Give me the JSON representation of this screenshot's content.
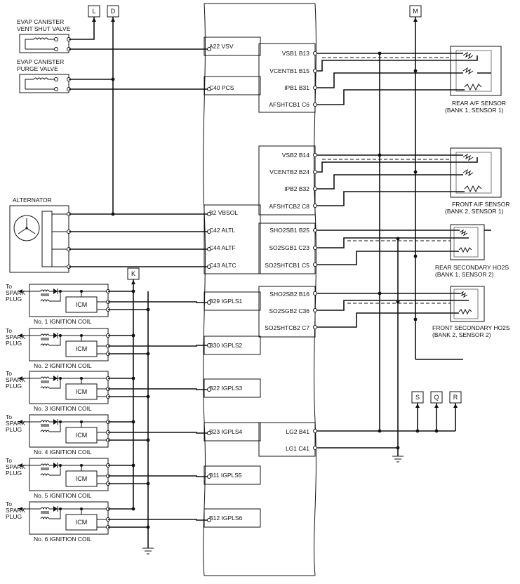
{
  "connectors_top": [
    "L",
    "D",
    "M"
  ],
  "connectors_k": "K",
  "connectors_bottom": [
    "S",
    "Q",
    "R"
  ],
  "components": {
    "evap_vent": [
      "EVAP CANISTER",
      "VENT SHUT VALVE"
    ],
    "evap_purge": [
      "EVAP CANISTER",
      "PURGE VALVE"
    ],
    "alternator": "ALTERNATOR",
    "icm": "ICM",
    "spark_plug": [
      "To",
      "SPARK",
      "PLUG"
    ],
    "coils": [
      "No. 1 IGNITION COIL",
      "No. 2 IGNITION COIL",
      "No. 3 IGNITION COIL",
      "No. 4 IGNITION COIL",
      "No. 5 IGNITION COIL",
      "No. 6 IGNITION COIL"
    ],
    "rear_af": [
      "REAR A/F SENSOR",
      "(BANK 1, SENSOR 1)"
    ],
    "front_af": [
      "FRONT A/F SENSOR",
      "(BANK 2, SENSOR 1)"
    ],
    "rear_ho2s": [
      "REAR SECONDARY HO2S",
      "(BANK 1, SENSOR 2)"
    ],
    "front_ho2s": [
      "FRONT SECONDARY HO2S",
      "(BANK 2, SENSOR 2)"
    ]
  },
  "ecm_left_pins": [
    "A22 VSV",
    "C40 PCS",
    "B2 VBSOL",
    "C42 ALTL",
    "C44 ALTF",
    "C43 ALTC",
    "B29 IGPLS1",
    "B30 IGPLS2",
    "B22 IGPLS3",
    "B23 IGPLS4",
    "B11 IGPLS5",
    "B12 IGPLS6"
  ],
  "ecm_right_pins": [
    "VSB1 B13",
    "VCENTB1 B15",
    "IPB1 B31",
    "AFSHTCB1 C6",
    "VSB2 B14",
    "VCENTB2 B24",
    "IPB2 B32",
    "AFSHTCB2 C8",
    "SHO2SB1 B25",
    "SO2SGB1 C23",
    "SO2SHTCB1 C5",
    "SHO2SB2 B16",
    "SO2SGB2 C36",
    "SO2SHTCB2 C7",
    "LG2 B41",
    "LG1 C41"
  ]
}
